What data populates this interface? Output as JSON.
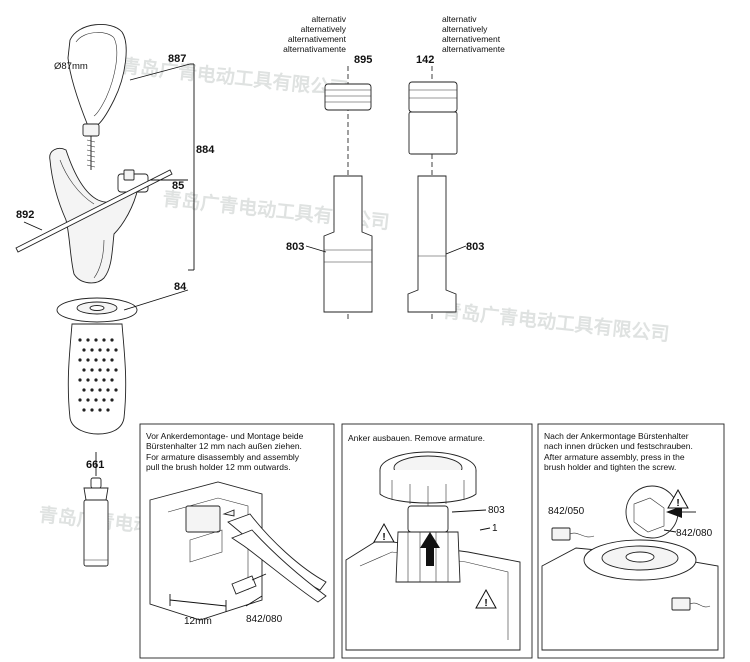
{
  "diameter_label": "Ø87mm",
  "parts": {
    "p887": "887",
    "p884": "884",
    "p85": "85",
    "p892": "892",
    "p84": "84",
    "p661": "661",
    "p895": "895",
    "p142": "142",
    "p803_left": "803",
    "p803_right": "803"
  },
  "alternative_labels": {
    "left": [
      "alternativ",
      "alternatively",
      "alternativement",
      "alternativamente"
    ],
    "right": [
      "alternativ",
      "alternatively",
      "alternativement",
      "alternativamente"
    ]
  },
  "panels": {
    "brush_holder": {
      "text": [
        "Vor Ankerdemontage- und Montage beide",
        "Bürstenhalter 12 mm nach außen ziehen.",
        "For armature disassembly and assembly",
        "pull the brush holder 12 mm outwards."
      ],
      "dim": "12mm",
      "part": "842/080"
    },
    "armature": {
      "text": [
        "Anker ausbauen. Remove armature."
      ],
      "part_top": "803",
      "part_bottom": "1"
    },
    "screw": {
      "text": [
        "Nach der Ankermontage Bürstenhalter",
        "nach innen drücken und festschrauben.",
        "After armature assembly, press in the",
        "brush holder and tighten the screw."
      ],
      "part_a": "842/050",
      "part_b": "842/080"
    }
  },
  "watermark": "青岛广青电动工具有限公司"
}
